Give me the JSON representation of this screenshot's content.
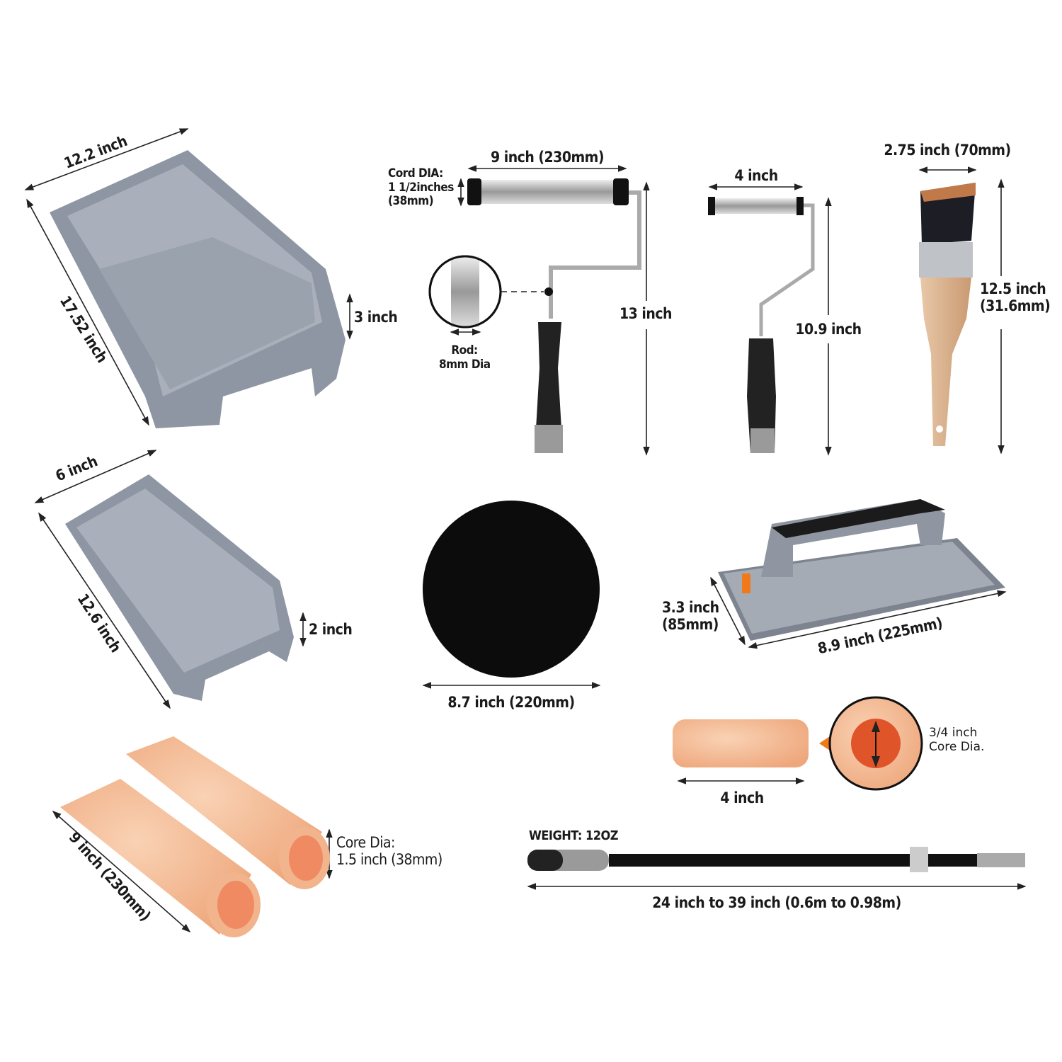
{
  "large_tray": {
    "width": "12.2 inch",
    "length": "17.52 inch",
    "height": "3 inch"
  },
  "small_tray": {
    "width": "6 inch",
    "length": "12.6 inch",
    "height": "2 inch"
  },
  "roller_frame_9": {
    "width": "9 inch (230mm)",
    "cord_dia_lines": [
      "Cord DIA:",
      "1 1/2inches",
      "(38mm)"
    ],
    "rod_lines": [
      "Rod:",
      "8mm Dia"
    ],
    "height": "13 inch"
  },
  "roller_frame_4": {
    "width": "4 inch",
    "height": "10.9 inch"
  },
  "brush": {
    "width": "2.75 inch (70mm)",
    "height_lines": [
      "12.5 inch",
      "(31.6mm)"
    ]
  },
  "sanding_disc": {
    "diameter": "8.7 inch (220mm)"
  },
  "sanding_block": {
    "width_lines": [
      "3.3 inch",
      "(85mm)"
    ],
    "length": "8.9 inch (225mm)"
  },
  "mini_roller_cover": {
    "length": "4 inch",
    "core_lines": [
      "3/4 inch",
      "Core Dia."
    ]
  },
  "roller_covers_9": {
    "length": "9 inch (230mm)",
    "core_lines": [
      "Core Dia:",
      "1.5 inch (38mm)"
    ]
  },
  "extension_pole": {
    "weight": "WEIGHT: 12OZ",
    "length": "24 inch to 39 inch (0.6m to 0.98m)"
  },
  "colors": {
    "tray": "#8e96a3",
    "tray_dark": "#6f7784",
    "foam": "#f2b48c",
    "core": "#f08a62",
    "black": "#111111",
    "orange": "#f07a1a"
  }
}
